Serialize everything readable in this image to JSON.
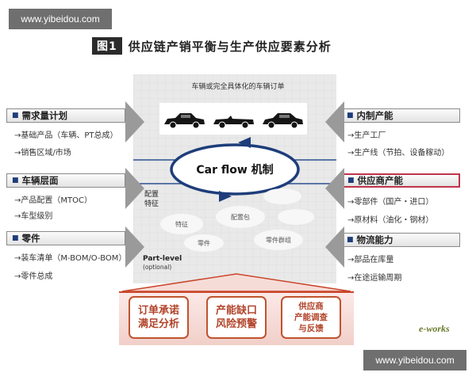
{
  "watermark_top": "www.yibeidou.com",
  "watermark_bottom": "www.yibeidou.com",
  "figure": {
    "badge": "图1",
    "title": "供应链产销平衡与生产供应要素分析"
  },
  "top_label": "车辆或完全具体化的车辆订单",
  "center": {
    "main": "Car flow 机制"
  },
  "left": [
    {
      "title": "需求量计划",
      "items": [
        "→基础产品（车辆、PT总成）",
        "→销售区域/市场"
      ]
    },
    {
      "title": "车辆层面",
      "items": [
        "→产品配置（MTOC）",
        "→车型级别"
      ]
    },
    {
      "title": "零件",
      "items": [
        "→装车清单（M-BOM/O-BOM）",
        "→零件总成"
      ]
    }
  ],
  "right": [
    {
      "title": "内制产能",
      "items": [
        "→生产工厂",
        "→生产线（节拍、设备稼动）"
      ]
    },
    {
      "title": "供应商产能",
      "items": [
        "→零部件（国产・进口）",
        "→原材料（油化・钢材）"
      ]
    },
    {
      "title": "物流能力",
      "items": [
        "→部品在库量",
        "→在途运输周期"
      ]
    }
  ],
  "mid_labels": {
    "config_feature": [
      "配置",
      "特征"
    ],
    "part_level": "Part-level",
    "optional": "(optional)",
    "ellipses": [
      "特征",
      "配置包",
      "零件",
      "零件群组"
    ]
  },
  "bottom_boxes": [
    [
      "订单承诺",
      "满足分析"
    ],
    [
      "产能缺口",
      "风险预警"
    ],
    [
      "供应商",
      "产能调查",
      "与反馈"
    ]
  ],
  "logo_text": "e-works",
  "colors": {
    "accent_red": "#c0532e",
    "arrow_blue": "#1e3d7a",
    "highlight": "#c0334a"
  }
}
